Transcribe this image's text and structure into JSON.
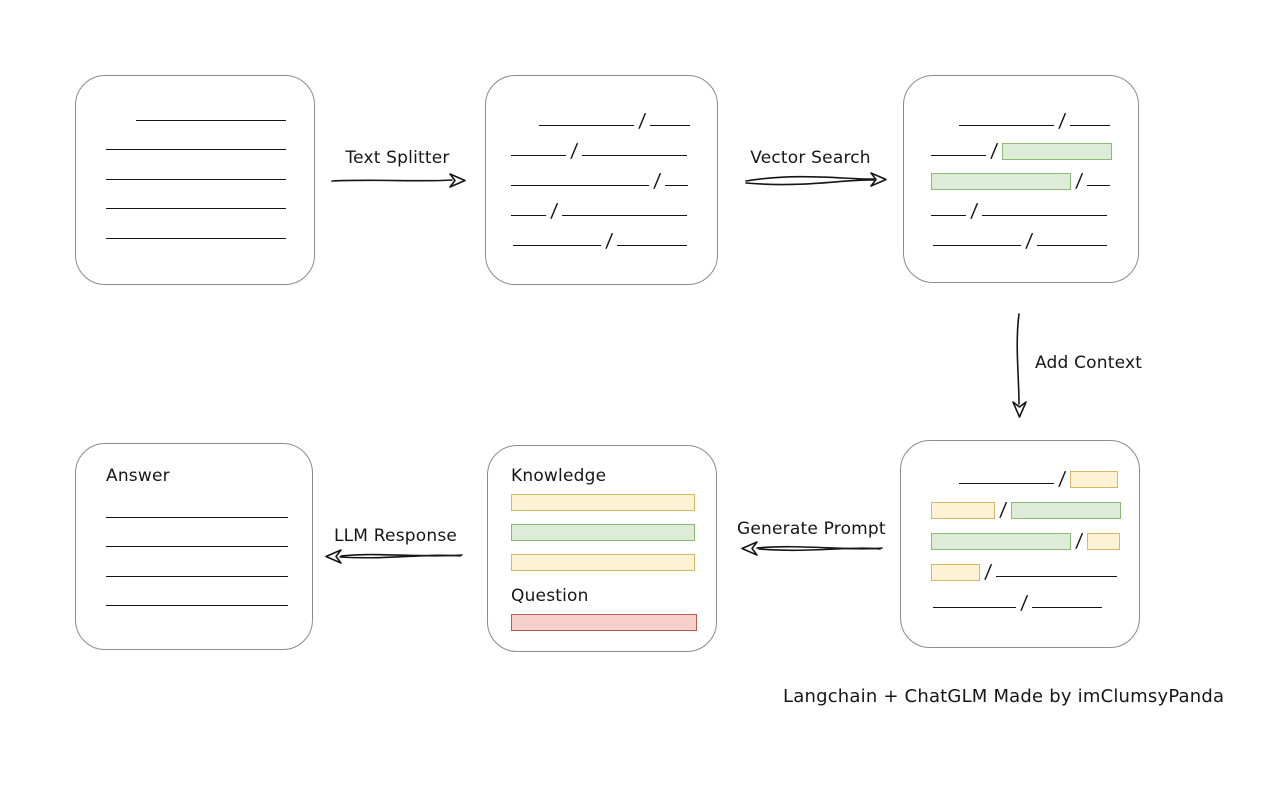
{
  "caption": "Langchain + ChatGLM Made by imClumsyPanda",
  "arrows": {
    "text_splitter": {
      "label": "Text Splitter",
      "direction": "right"
    },
    "vector_search": {
      "label": "Vector Search",
      "direction": "right"
    },
    "add_context": {
      "label": "Add Context",
      "direction": "down"
    },
    "generate_prompt": {
      "label": "Generate Prompt",
      "direction": "left"
    },
    "llm_response": {
      "label": "LLM Response",
      "direction": "left"
    }
  },
  "colors": {
    "ink": "#161616",
    "box_border": "#8c8c8c",
    "yellow_fill": "#fdf3d4",
    "yellow_border": "#d8b765",
    "green_fill": "#dcecd6",
    "green_border": "#8cba74",
    "red_fill": "#f7cfcb",
    "red_border": "#b65a52"
  },
  "slash": "/",
  "boxes": {
    "document": {
      "lines": [
        {
          "indent": 30,
          "w": 150
        },
        {
          "indent": 0,
          "w": 180
        },
        {
          "indent": 0,
          "w": 180
        },
        {
          "indent": 0,
          "w": 180
        },
        {
          "indent": 0,
          "w": 180
        }
      ]
    },
    "chunks": {
      "rows": [
        {
          "indent": 28,
          "segs": [
            {
              "t": "line",
              "w": 95
            },
            {
              "t": "line",
              "w": 40
            }
          ]
        },
        {
          "indent": 0,
          "segs": [
            {
              "t": "line",
              "w": 55
            },
            {
              "t": "line",
              "w": 105
            }
          ]
        },
        {
          "indent": 0,
          "segs": [
            {
              "t": "line",
              "w": 138
            },
            {
              "t": "line",
              "w": 23
            }
          ]
        },
        {
          "indent": 0,
          "segs": [
            {
              "t": "line",
              "w": 35
            },
            {
              "t": "line",
              "w": 125
            }
          ]
        },
        {
          "indent": 2,
          "segs": [
            {
              "t": "line",
              "w": 88
            },
            {
              "t": "line",
              "w": 70
            }
          ]
        }
      ]
    },
    "search_results": {
      "rows": [
        {
          "indent": 28,
          "segs": [
            {
              "t": "line",
              "w": 95
            },
            {
              "t": "line",
              "w": 40
            }
          ]
        },
        {
          "indent": 0,
          "segs": [
            {
              "t": "line",
              "w": 55
            },
            {
              "t": "green",
              "w": 108
            }
          ]
        },
        {
          "indent": 0,
          "segs": [
            {
              "t": "green",
              "w": 138
            },
            {
              "t": "line",
              "w": 23
            }
          ]
        },
        {
          "indent": 0,
          "segs": [
            {
              "t": "line",
              "w": 35
            },
            {
              "t": "line",
              "w": 125
            }
          ]
        },
        {
          "indent": 2,
          "segs": [
            {
              "t": "line",
              "w": 88
            },
            {
              "t": "line",
              "w": 70
            }
          ]
        }
      ]
    },
    "context": {
      "rows": [
        {
          "indent": 28,
          "segs": [
            {
              "t": "line",
              "w": 95
            },
            {
              "t": "yellow",
              "w": 46
            }
          ]
        },
        {
          "indent": 0,
          "segs": [
            {
              "t": "yellow",
              "w": 62
            },
            {
              "t": "green",
              "w": 108
            }
          ]
        },
        {
          "indent": 0,
          "segs": [
            {
              "t": "green",
              "w": 138
            },
            {
              "t": "yellow",
              "w": 31
            }
          ]
        },
        {
          "indent": 0,
          "segs": [
            {
              "t": "yellow",
              "w": 47
            },
            {
              "t": "line",
              "w": 121
            }
          ]
        },
        {
          "indent": 2,
          "segs": [
            {
              "t": "line",
              "w": 83
            },
            {
              "t": "line",
              "w": 70
            }
          ]
        }
      ]
    },
    "prompt": {
      "knowledge_title": "Knowledge",
      "question_title": "Question",
      "knowledge_bars": [
        {
          "t": "yellow",
          "w": 182
        },
        {
          "t": "green",
          "w": 182
        },
        {
          "t": "yellow",
          "w": 182
        }
      ],
      "question_bars": [
        {
          "t": "red",
          "w": 184
        }
      ]
    },
    "answer": {
      "title": "Answer",
      "lines": [
        {
          "indent": 0,
          "w": 182
        },
        {
          "indent": 0,
          "w": 182
        },
        {
          "indent": 0,
          "w": 182
        },
        {
          "indent": 0,
          "w": 182
        }
      ]
    }
  }
}
